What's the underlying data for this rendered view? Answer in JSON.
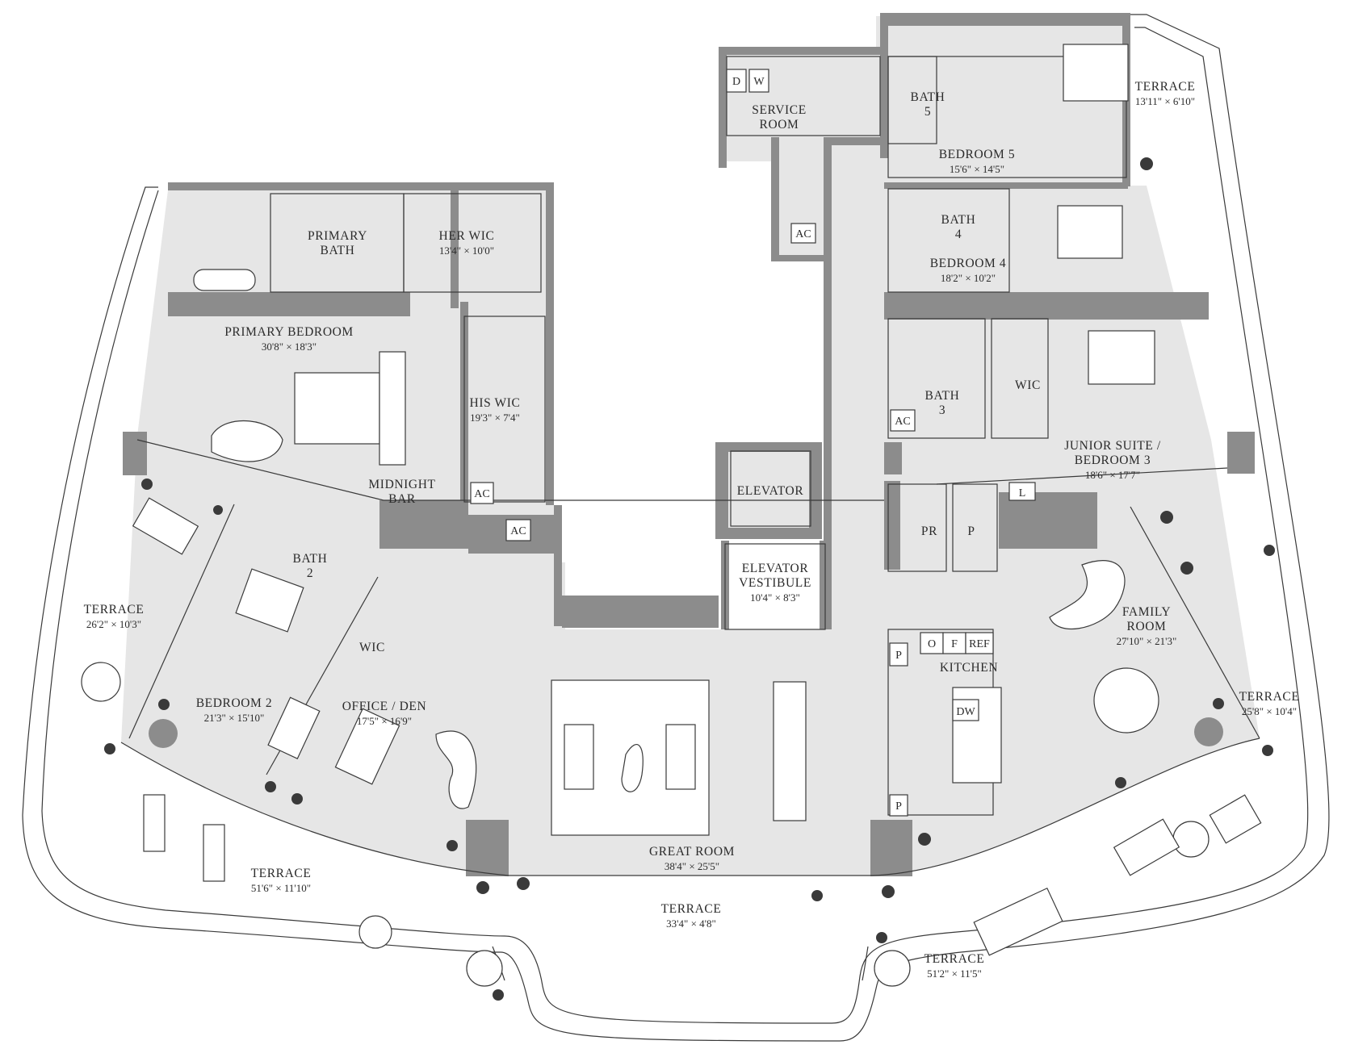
{
  "floorplan": {
    "rooms": [
      {
        "id": "primary-bath",
        "name": "PRIMARY\nBATH",
        "dim": ""
      },
      {
        "id": "her-wic",
        "name": "HER WIC",
        "dim": "13'4\" × 10'0\""
      },
      {
        "id": "primary-bedroom",
        "name": "PRIMARY BEDROOM",
        "dim": "30'8\" × 18'3\""
      },
      {
        "id": "his-wic",
        "name": "HIS WIC",
        "dim": "19'3\" × 7'4\""
      },
      {
        "id": "midnight-bar",
        "name": "MIDNIGHT\nBAR",
        "dim": ""
      },
      {
        "id": "bath-2",
        "name": "BATH\n2",
        "dim": ""
      },
      {
        "id": "terrace-west",
        "name": "TERRACE",
        "dim": "26'2\" × 10'3\""
      },
      {
        "id": "wic-bedroom-2",
        "name": "WIC",
        "dim": ""
      },
      {
        "id": "bedroom-2",
        "name": "BEDROOM 2",
        "dim": "21'3\" × 15'10\""
      },
      {
        "id": "office-den",
        "name": "OFFICE / DEN",
        "dim": "17'5\" × 16'9\""
      },
      {
        "id": "terrace-southwest",
        "name": "TERRACE",
        "dim": "51'6\" × 11'10\""
      },
      {
        "id": "service-room",
        "name": "SERVICE\nROOM",
        "dim": ""
      },
      {
        "id": "bath-5",
        "name": "BATH\n5",
        "dim": ""
      },
      {
        "id": "bedroom-5",
        "name": "BEDROOM 5",
        "dim": "15'6\" × 14'5\""
      },
      {
        "id": "terrace-northeast",
        "name": "TERRACE",
        "dim": "13'11\" × 6'10\""
      },
      {
        "id": "bath-4",
        "name": "BATH\n4",
        "dim": ""
      },
      {
        "id": "bedroom-4",
        "name": "BEDROOM 4",
        "dim": "18'2\" × 10'2\""
      },
      {
        "id": "bath-3",
        "name": "BATH\n3",
        "dim": ""
      },
      {
        "id": "wic-junior",
        "name": "WIC",
        "dim": ""
      },
      {
        "id": "junior-suite",
        "name": "JUNIOR SUITE /\nBEDROOM 3",
        "dim": "18'6\" × 17'7\""
      },
      {
        "id": "elevator",
        "name": "ELEVATOR",
        "dim": ""
      },
      {
        "id": "elevator-vestibule",
        "name": "ELEVATOR\nVESTIBULE",
        "dim": "10'4\" × 8'3\""
      },
      {
        "id": "powder-room",
        "name": "PR",
        "dim": ""
      },
      {
        "id": "pantry",
        "name": "P",
        "dim": ""
      },
      {
        "id": "family-room",
        "name": "FAMILY\nROOM",
        "dim": "27'10\" × 21'3\""
      },
      {
        "id": "kitchen",
        "name": "KITCHEN",
        "dim": ""
      },
      {
        "id": "terrace-east",
        "name": "TERRACE",
        "dim": "25'8\" × 10'4\""
      },
      {
        "id": "great-room",
        "name": "GREAT ROOM",
        "dim": "38'4\" × 25'5\""
      },
      {
        "id": "terrace-south",
        "name": "TERRACE",
        "dim": "33'4\" × 4'8\""
      },
      {
        "id": "terrace-southeast",
        "name": "TERRACE",
        "dim": "51'2\" × 11'5\""
      }
    ],
    "fixtures": {
      "dryer": "D",
      "washer": "W",
      "ac": "AC",
      "linen": "L",
      "pantry": "P",
      "oven": "O",
      "freezer": "F",
      "refrigerator": "REF",
      "dishwasher": "DW"
    },
    "colors": {
      "wall": "#8c8c8c",
      "floor": "#e6e6e6",
      "line": "#3a3a3a",
      "text": "#2b2b2b"
    }
  }
}
